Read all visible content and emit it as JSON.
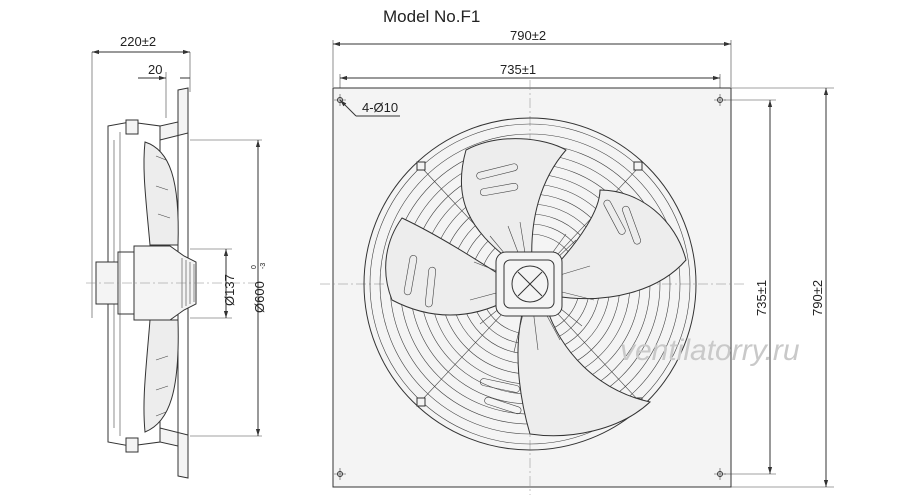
{
  "title": "Model No.F1",
  "watermark": "ventilatorry.ru",
  "dimensions": {
    "side_depth": "220±2",
    "side_offset": "20",
    "plate_width": "790±2",
    "hole_spacing_h": "735±1",
    "holes": "4-Ø10",
    "hole_spacing_v": "735±1",
    "plate_height": "790±2",
    "hub_diameter": "Ø137",
    "fan_diameter": "Ø600"
  },
  "fan_diameter_tolerance": {
    "upper": "0",
    "lower": "-3"
  },
  "colors": {
    "line": "#333333",
    "plate": "#f4f4f4",
    "watermark": "#c9c9c9"
  }
}
